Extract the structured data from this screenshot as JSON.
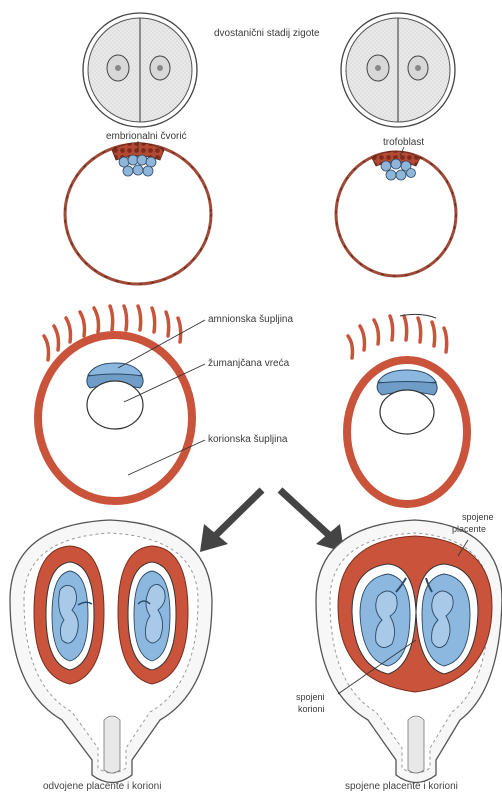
{
  "labels": {
    "zygote_stage": "dvostanični stadij zigote",
    "embryonic_node": "embrionalni čvorić",
    "trophoblast": "trofoblast",
    "amniotic_cavity": "amnionska šupljina",
    "yolk_sac": "žumanjčana vreća",
    "chorionic_cavity": "korionska šupljina",
    "fused_placentas_line1": "spojene",
    "fused_placentas_line2": "placente",
    "fused_chorions_line1": "spojeni",
    "fused_chorions_line2": "korioni",
    "caption_left": "odvojene placente i korioni",
    "caption_right": "spojene placente i korioni"
  },
  "colors": {
    "chorion_red": "#c9543b",
    "amnion_blue": "#8cb8e0",
    "cell_fill": "#e6e6e6",
    "outline": "#333333",
    "arrow": "#444444"
  }
}
